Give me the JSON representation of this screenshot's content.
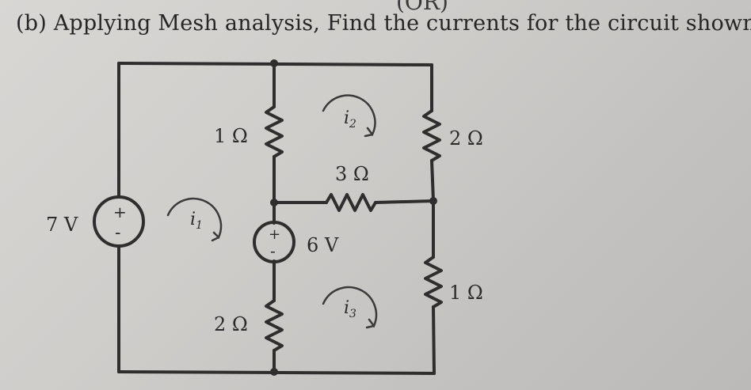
{
  "header": {
    "mark": "(OR)",
    "question": "(b) Applying Mesh analysis, Find the currents for the circuit shown."
  },
  "circuit": {
    "source_left": {
      "value": "7 V",
      "plus": "+",
      "minus": "-"
    },
    "source_mid": {
      "value": "6 V",
      "plus": "+",
      "minus": "-"
    },
    "resistors": {
      "r_top_left": "1 Ω",
      "r_top_right": "2 Ω",
      "r_middle": "3 Ω",
      "r_bottom_mid": "2 Ω",
      "r_bottom_right": "1 Ω"
    },
    "mesh_currents": {
      "i1": "i1",
      "i2": "i2",
      "i3": "i3"
    }
  }
}
